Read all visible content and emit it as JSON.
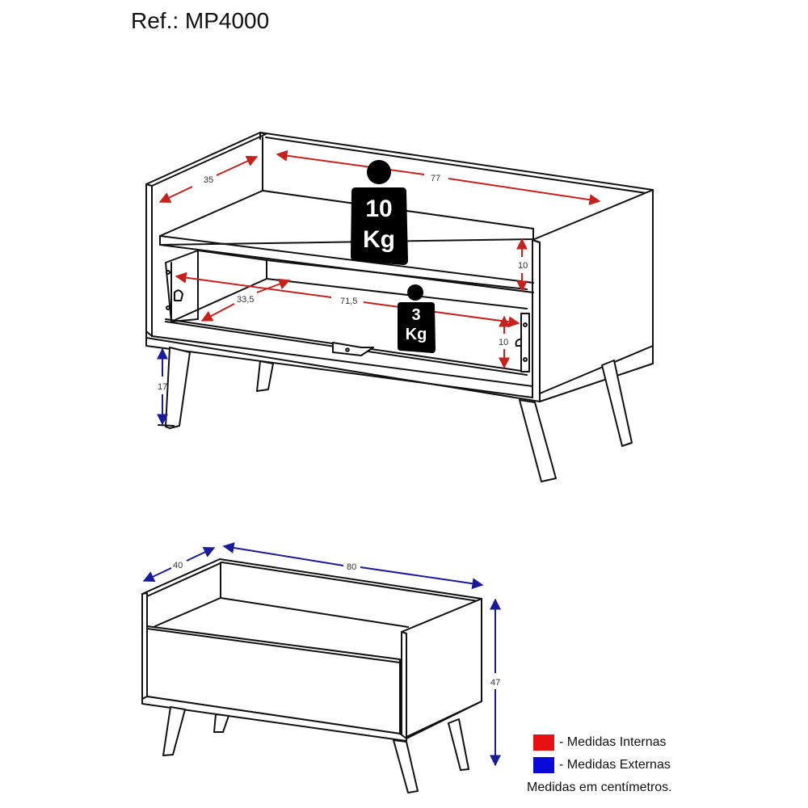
{
  "header": {
    "reference": "Ref.: MP4000"
  },
  "top_view": {
    "internal_dimensions": {
      "top_depth": "35",
      "top_width": "77",
      "niche_height": "10",
      "drawer_depth": "33,5",
      "drawer_width": "71,5",
      "drawer_height": "10"
    },
    "external_dimensions": {
      "leg_height": "17"
    },
    "weights": {
      "shelf": {
        "value": "10",
        "unit": "Kg"
      },
      "drawer": {
        "value": "3",
        "unit": "Kg"
      }
    }
  },
  "bottom_view": {
    "external_dimensions": {
      "depth": "40",
      "width": "80",
      "height": "47"
    }
  },
  "legend": {
    "items": [
      {
        "color": "#e81010",
        "label": "- Medidas Internas"
      },
      {
        "color": "#0a0ad8",
        "label": "- Medidas Externas"
      }
    ],
    "note": "Medidas em centímetros."
  },
  "colors": {
    "internal": "#c8201c",
    "external": "#1a1a9c",
    "line": "#111111",
    "weight_icon": "#000000"
  }
}
